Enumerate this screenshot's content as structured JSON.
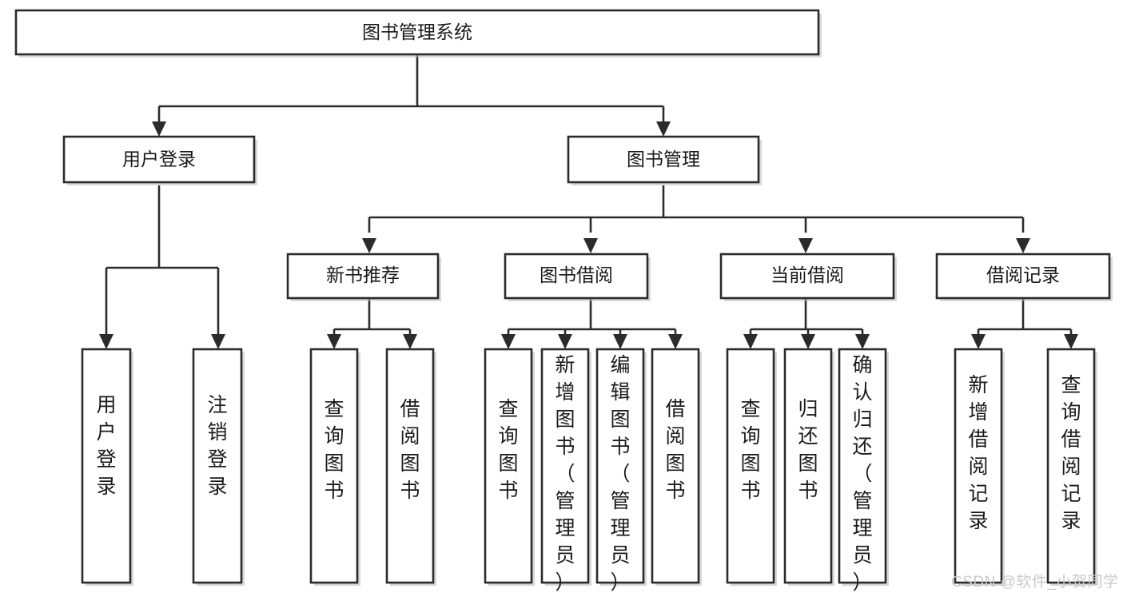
{
  "diagram": {
    "title": "图书管理系统",
    "type": "tree",
    "watermark": "CSDN @软件_小贺同学",
    "colors": {
      "box_stroke": "#2b2b2b",
      "box_fill": "#ffffff",
      "text": "#1a1a1a",
      "background": "#ffffff",
      "watermark": "#c9c9c9"
    },
    "nodes": {
      "root": {
        "label": "图书管理系统",
        "level": 0,
        "orientation": "horizontal"
      },
      "l1": [
        {
          "id": "user-login",
          "label": "用户登录",
          "level": 1,
          "orientation": "horizontal"
        },
        {
          "id": "book-manage",
          "label": "图书管理",
          "level": 1,
          "orientation": "horizontal"
        }
      ],
      "l2": [
        {
          "id": "new-book-rec",
          "label": "新书推荐",
          "level": 2,
          "orientation": "horizontal",
          "parent": "book-manage"
        },
        {
          "id": "book-borrow",
          "label": "图书借阅",
          "level": 2,
          "orientation": "horizontal",
          "parent": "book-manage"
        },
        {
          "id": "current-borrow",
          "label": "当前借阅",
          "level": 2,
          "orientation": "horizontal",
          "parent": "book-manage"
        },
        {
          "id": "borrow-record",
          "label": "借阅记录",
          "level": 2,
          "orientation": "horizontal",
          "parent": "book-manage"
        }
      ],
      "leaves": [
        {
          "id": "leaf-user-login",
          "label": "用户登录",
          "parent": "user-login",
          "orientation": "vertical"
        },
        {
          "id": "leaf-logout",
          "label": "注销登录",
          "parent": "user-login",
          "orientation": "vertical"
        },
        {
          "id": "leaf-query-book-1",
          "label": "查询图书",
          "parent": "new-book-rec",
          "orientation": "vertical"
        },
        {
          "id": "leaf-borrow-book-1",
          "label": "借阅图书",
          "parent": "new-book-rec",
          "orientation": "vertical"
        },
        {
          "id": "leaf-query-book-2",
          "label": "查询图书",
          "parent": "book-borrow",
          "orientation": "vertical"
        },
        {
          "id": "leaf-add-book",
          "label": "新增图书（管理员）",
          "parent": "book-borrow",
          "orientation": "vertical"
        },
        {
          "id": "leaf-edit-book",
          "label": "编辑图书（管理员）",
          "parent": "book-borrow",
          "orientation": "vertical"
        },
        {
          "id": "leaf-borrow-book-2",
          "label": "借阅图书",
          "parent": "book-borrow",
          "orientation": "vertical"
        },
        {
          "id": "leaf-query-book-3",
          "label": "查询图书",
          "parent": "current-borrow",
          "orientation": "vertical"
        },
        {
          "id": "leaf-return-book",
          "label": "归还图书",
          "parent": "current-borrow",
          "orientation": "vertical"
        },
        {
          "id": "leaf-confirm-return",
          "label": "确认归还（管理员）",
          "parent": "current-borrow",
          "orientation": "vertical"
        },
        {
          "id": "leaf-add-record",
          "label": "新增借阅记录",
          "parent": "borrow-record",
          "orientation": "vertical"
        },
        {
          "id": "leaf-query-record",
          "label": "查询借阅记录",
          "parent": "borrow-record",
          "orientation": "vertical"
        }
      ]
    }
  }
}
